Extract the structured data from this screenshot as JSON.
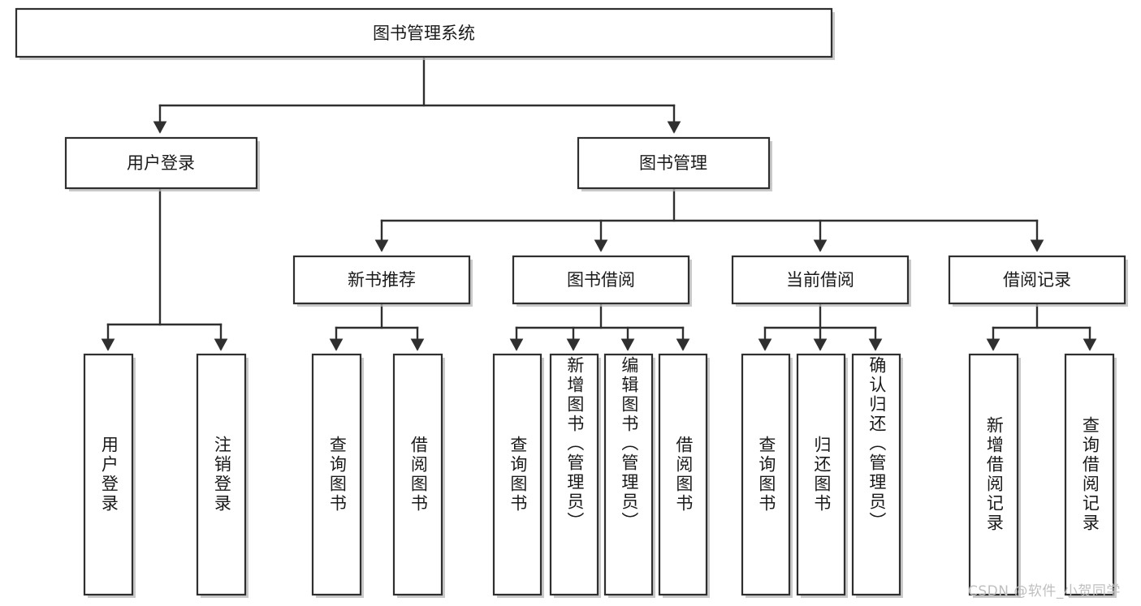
{
  "diagram": {
    "type": "tree-hierarchy",
    "title": "图书管理系统",
    "root": {
      "label": "图书管理系统",
      "level": 1
    },
    "level2": [
      {
        "label": "用户登录"
      },
      {
        "label": "图书管理"
      }
    ],
    "level3": [
      {
        "label": "新书推荐",
        "parent": "图书管理"
      },
      {
        "label": "图书借阅",
        "parent": "图书管理"
      },
      {
        "label": "当前借阅",
        "parent": "图书管理"
      },
      {
        "label": "借阅记录",
        "parent": "图书管理"
      }
    ],
    "leaves_user_login": [
      {
        "label": "用户登录"
      },
      {
        "label": "注销登录"
      }
    ],
    "leaves_new_book": [
      {
        "label": "查询图书"
      },
      {
        "label": "借阅图书"
      }
    ],
    "leaves_borrow": [
      {
        "label": "查询图书"
      },
      {
        "label": "新增图书（管理员）"
      },
      {
        "label": "编辑图书（管理员）"
      },
      {
        "label": "借阅图书"
      }
    ],
    "leaves_current": [
      {
        "label": "查询图书"
      },
      {
        "label": "归还图书"
      },
      {
        "label": "确认归还（管理员）"
      }
    ],
    "leaves_record": [
      {
        "label": "新增借阅记录"
      },
      {
        "label": "查询借阅记录"
      }
    ],
    "colors": {
      "stroke": "#2f2f2f",
      "fill": "#ffffff",
      "text": "#1a1a1a",
      "shadow": "#b8b8b8",
      "watermark": "#bfbfbf"
    }
  },
  "watermark": {
    "text": "CSDN @软件_小贺同学"
  }
}
